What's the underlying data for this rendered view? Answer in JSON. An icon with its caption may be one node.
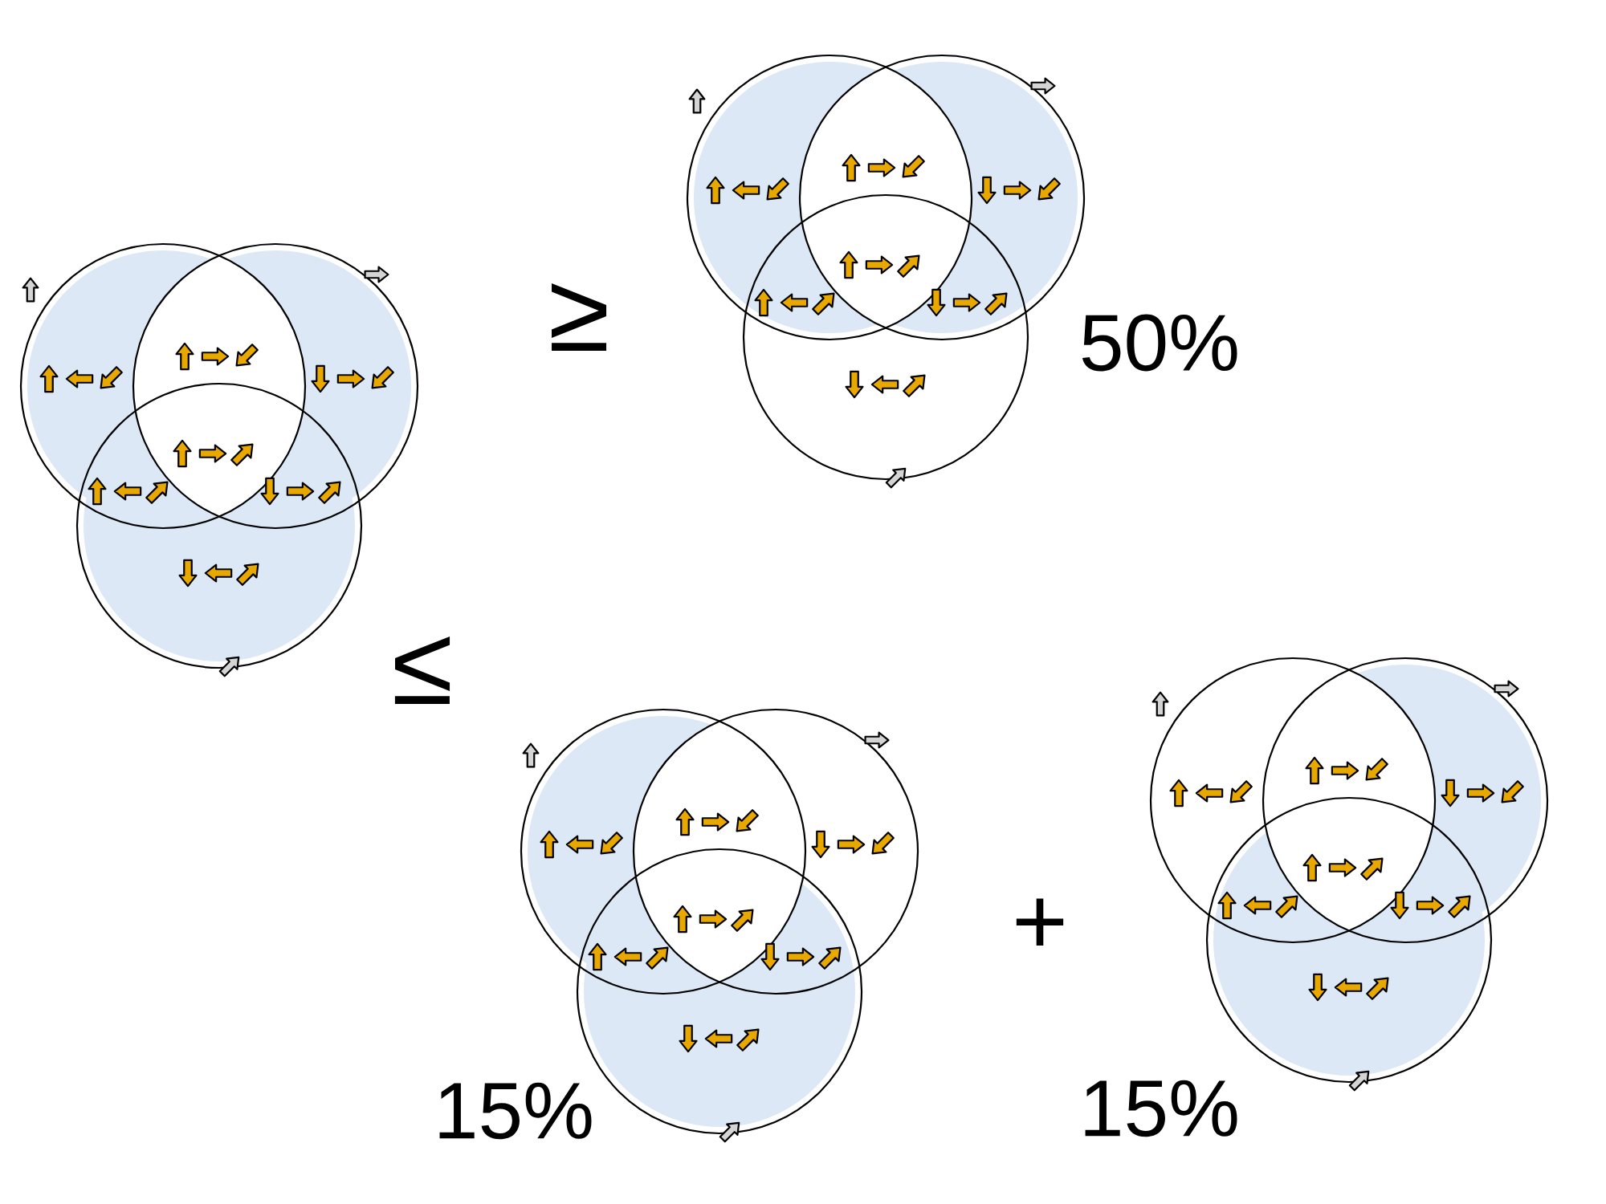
{
  "diagram": {
    "labels": [
      "≥",
      "50%",
      "≤",
      "+",
      "15%",
      "15%"
    ]
  }
}
